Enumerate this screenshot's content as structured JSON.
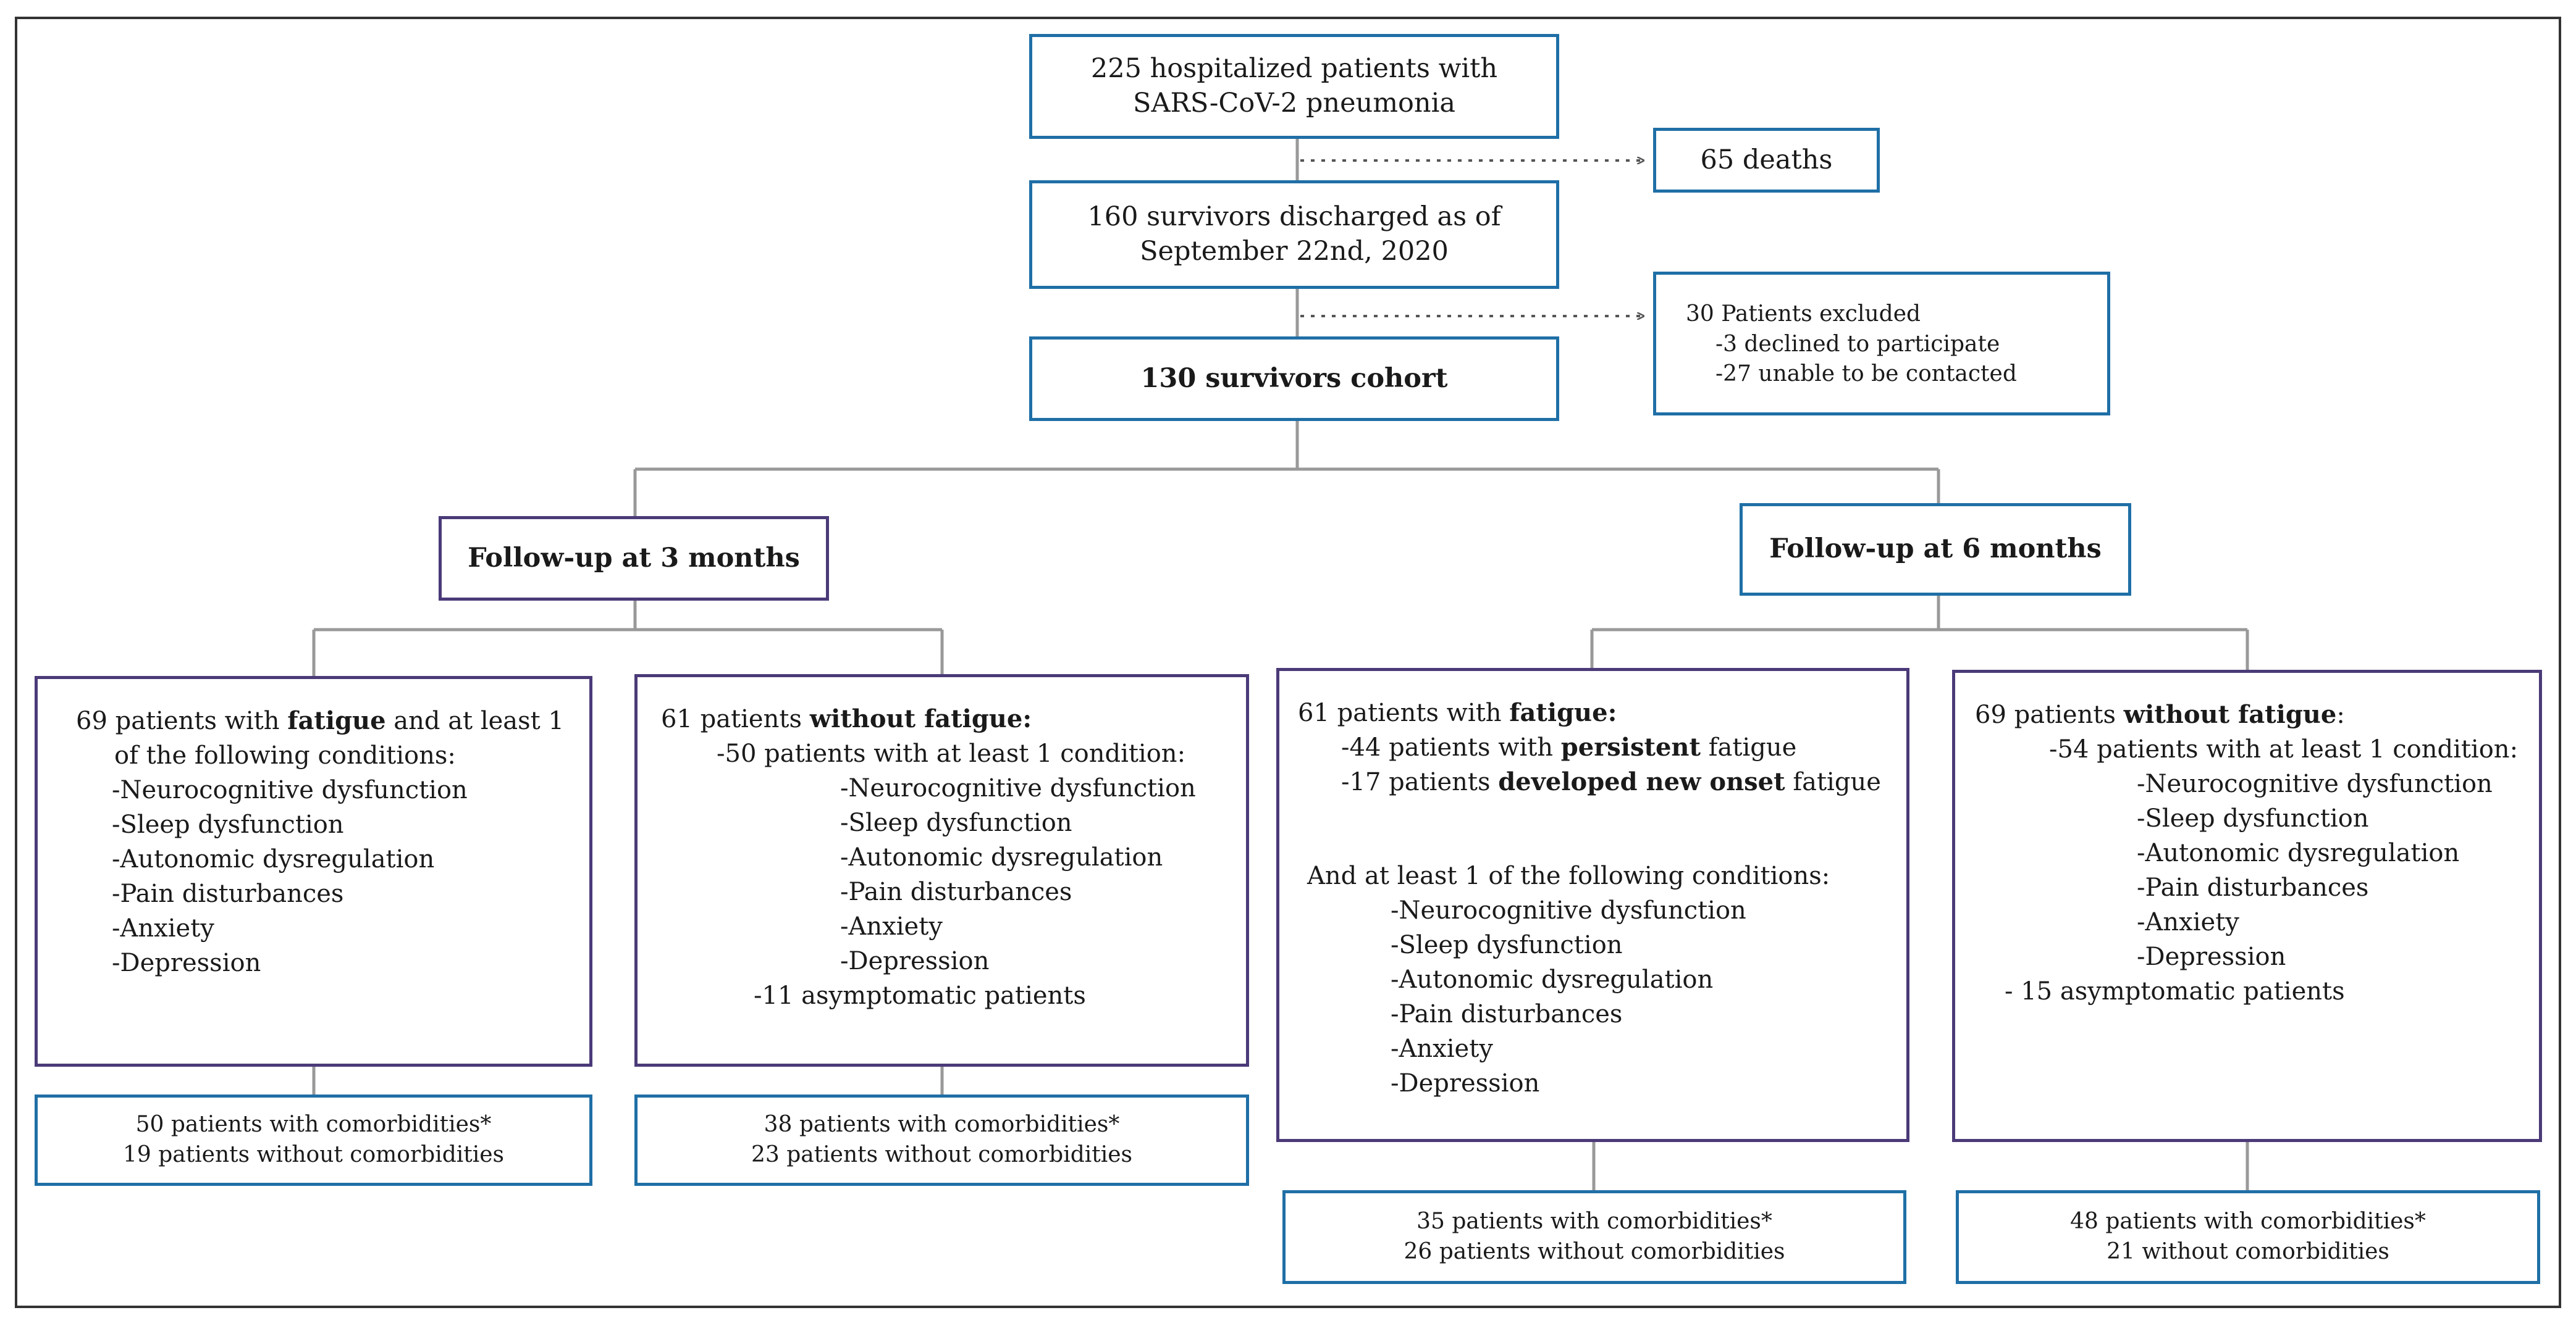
{
  "top": {
    "admitted": [
      "225 hospitalized patients with",
      "SARS-CoV-2 pneumonia"
    ],
    "deaths": "65 deaths",
    "discharged": [
      "160 survivors discharged as of",
      "September 22nd, 2020"
    ],
    "excluded_title": "30 Patients excluded",
    "excluded_items": [
      "-3 declined to participate",
      "-27 unable to be contacted"
    ],
    "cohort": "130 survivors cohort"
  },
  "follow3": {
    "title": "Follow-up at 3 months",
    "fatigue": {
      "pre": "69 patients with ",
      "bold": "fatigue",
      "post": " and at least 1",
      "line2": "of the following conditions:",
      "conditions": [
        "-Neurocognitive dysfunction",
        "-Sleep dysfunction",
        "-Autonomic dysregulation",
        "-Pain disturbances",
        "-Anxiety",
        "-Depression"
      ]
    },
    "no_fatigue": {
      "pre": "61 patients ",
      "bold": "without fatigue:",
      "sub": "-50 patients with at least 1 condition:",
      "conditions": [
        "-Neurocognitive dysfunction",
        "-Sleep dysfunction",
        "-Autonomic dysregulation",
        "-Pain disturbances",
        "-Anxiety",
        "-Depression"
      ],
      "asymptomatic": "-11 asymptomatic patients"
    },
    "comorb_fatigue": [
      "50 patients with comorbidities*",
      "19 patients without comorbidities"
    ],
    "comorb_no_fatigue": [
      "38 patients with comorbidities*",
      "23  patients without comorbidities"
    ]
  },
  "follow6": {
    "title": "Follow-up at 6 months",
    "fatigue": {
      "pre": "61 patients with ",
      "bold": "fatigue:",
      "persist_pre": "-44 patients with ",
      "persist_bold": "persistent",
      "persist_post": " fatigue",
      "new_pre": "-17 patients ",
      "new_bold": "developed new onset",
      "new_post": " fatigue",
      "and_line": "And at least 1 of the following conditions:",
      "conditions": [
        "-Neurocognitive dysfunction",
        "-Sleep dysfunction",
        "-Autonomic dysregulation",
        "-Pain disturbances",
        "-Anxiety",
        "-Depression"
      ]
    },
    "no_fatigue": {
      "pre": "69 patients ",
      "bold": "without fatigue",
      "post": ":",
      "sub": "-54 patients with at least 1 condition:",
      "conditions": [
        "-Neurocognitive dysfunction",
        "-Sleep dysfunction",
        "-Autonomic dysregulation",
        "-Pain disturbances",
        "-Anxiety",
        "-Depression"
      ],
      "asymptomatic": "- 15 asymptomatic patients"
    },
    "comorb_fatigue": [
      "35 patients with comorbidities*",
      "26 patients without comorbidities"
    ],
    "comorb_no_fatigue": [
      "48 patients with comorbidities*",
      "21 without comorbidities"
    ]
  },
  "colors": {
    "blue_border": "#1f6fa6",
    "purple_border": "#4b3a78",
    "connector": "#999999",
    "frame": "#333333"
  }
}
